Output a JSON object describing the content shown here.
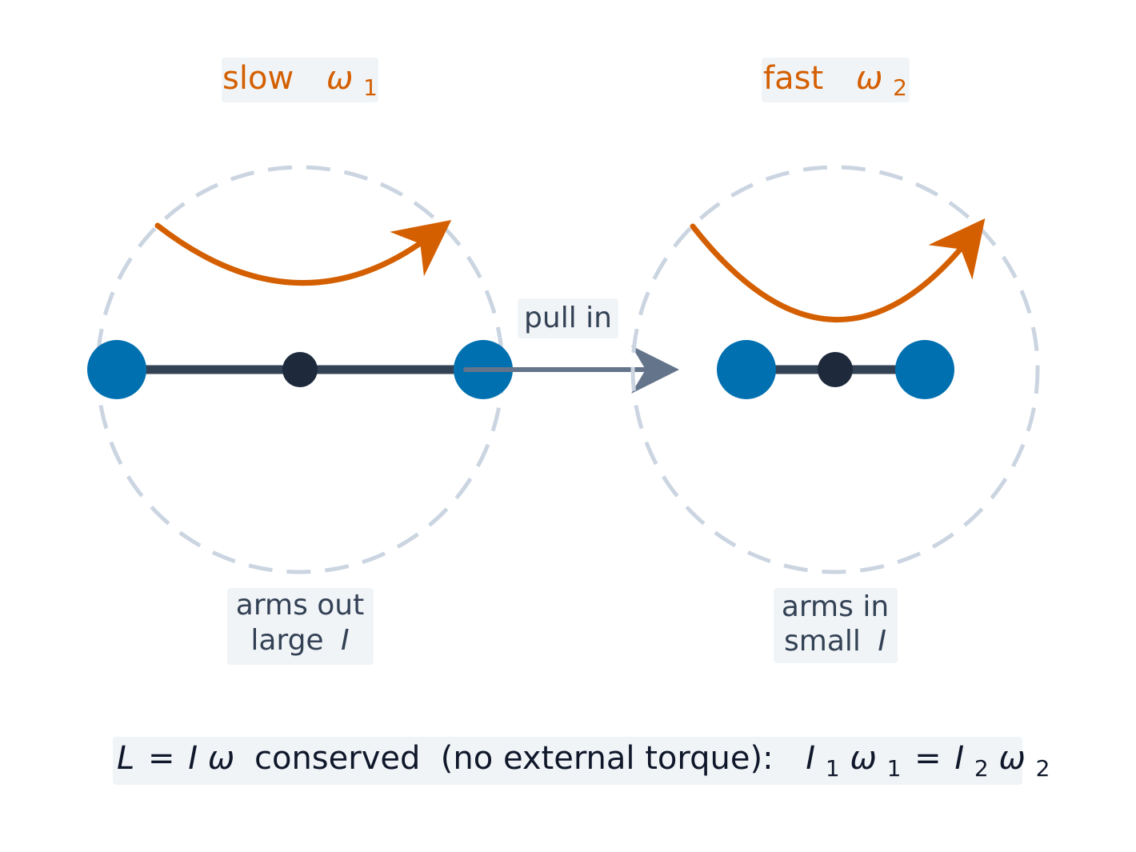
{
  "left_panel": {
    "speed_word": "slow",
    "omega_symbol": "ω",
    "omega_subscript": "1",
    "state_line1": "arms out",
    "state_line2_word": "large",
    "state_line2_symbol": "I"
  },
  "right_panel": {
    "speed_word": "fast",
    "omega_symbol": "ω",
    "omega_subscript": "2",
    "state_line1": "arms in",
    "state_line2_word": "small",
    "state_line2_symbol": "I"
  },
  "transition_label": "pull in",
  "equation": {
    "lhs_L": "L",
    "eq1": "=",
    "I": "I",
    "omega": "ω",
    "conserved_text": "conserved  (no external torque):",
    "I1": "I",
    "sub1": "1",
    "omega1": "ω",
    "sub1b": "1",
    "eq2": "=",
    "I2": "I",
    "sub2": "2",
    "omega2": "ω",
    "sub2b": "2"
  },
  "colors": {
    "accent_orange": "#d45f00",
    "mass_blue": "#0070b0",
    "rod_dark": "#334155",
    "pivot_dark": "#1e293b",
    "guide_circle": "#cbd5e1",
    "arrow_gray": "#64748b",
    "label_box": "#f1f4f7"
  }
}
